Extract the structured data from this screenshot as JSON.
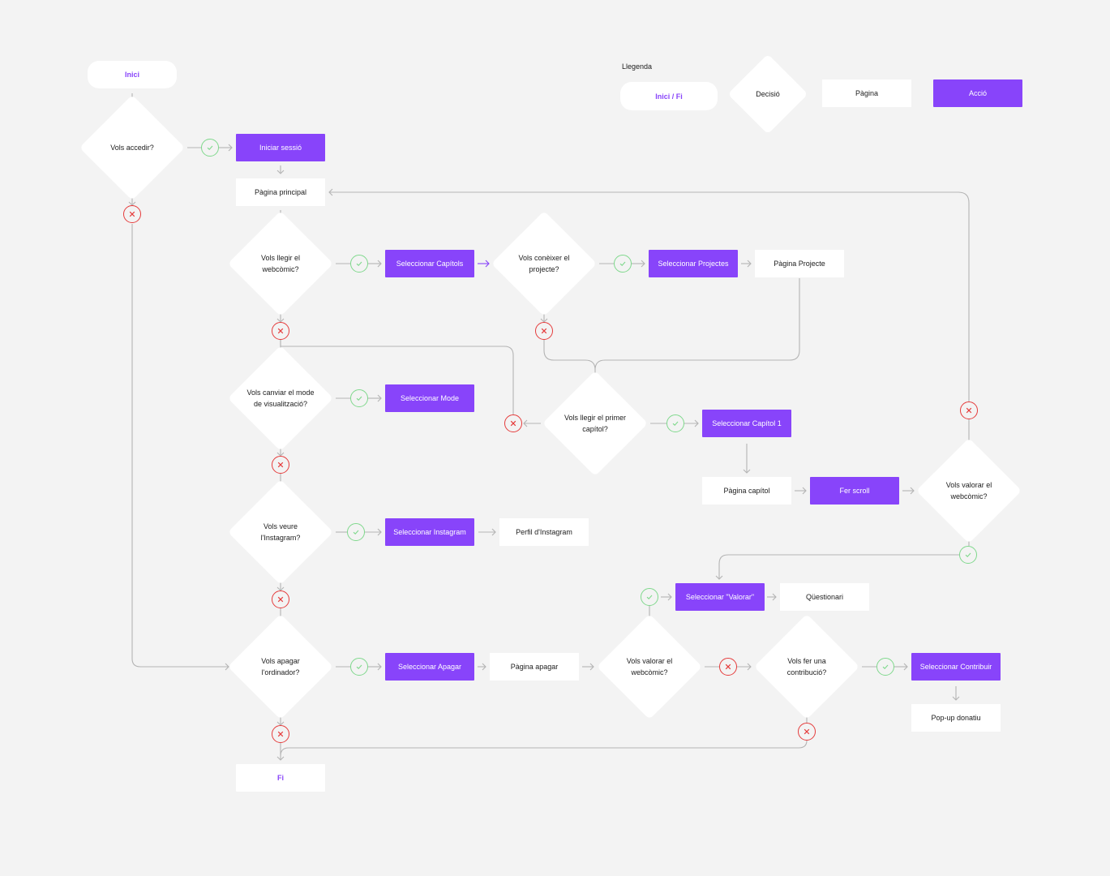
{
  "legend": {
    "title": "Llegenda",
    "start_end": "Inici / Fi",
    "decision": "Decisió",
    "page": "Pàgina",
    "action": "Acció"
  },
  "colors": {
    "action": "#8844fa",
    "terminal_text": "#8844fa",
    "page": "#ffffff",
    "background": "#f3f3f3",
    "connector": "#b4b4b4",
    "yes": "#7fd88c",
    "no": "#e53b3b"
  },
  "flow": {
    "start": "Inici",
    "end": "Fi",
    "decisions": {
      "access": "Vols accedir?",
      "read_webcomic": "Vols llegir el webcòmic?",
      "know_project": "Vols conèixer el projecte?",
      "change_mode": "Vols canviar el mode de visualització?",
      "read_first_chapter": "Vols llegir el primer capítol?",
      "see_instagram": "Vols veure l'Instagram?",
      "rate_webcomic_1": "Vols valorar el webcòmic?",
      "power_off": "Vols apagar l'ordinador?",
      "rate_webcomic_2": "Vols valorar el webcòmic?",
      "contribute": "Vols fer una contribució?"
    },
    "actions": {
      "login": "Iniciar sessió",
      "select_chapters": "Seleccionar Capítols",
      "select_projects": "Seleccionar Projectes",
      "select_mode": "Seleccionar Mode",
      "select_chapter1": "Seleccionar Capítol 1",
      "scroll": "Fer scroll",
      "select_instagram": "Seleccionar Instagram",
      "select_rate": "Seleccionar \"Valorar\"",
      "select_power_off": "Seleccionar Apagar",
      "select_contribute": "Seleccionar Contribuir"
    },
    "pages": {
      "main": "Pàgina principal",
      "project": "Pàgina Projecte",
      "chapter": "Pàgina capítol",
      "instagram_profile": "Perfil d'Instagram",
      "questionnaire": "Qüestionari",
      "power_off_page": "Pàgina apagar",
      "donation_popup": "Pop-up donatiu"
    }
  }
}
